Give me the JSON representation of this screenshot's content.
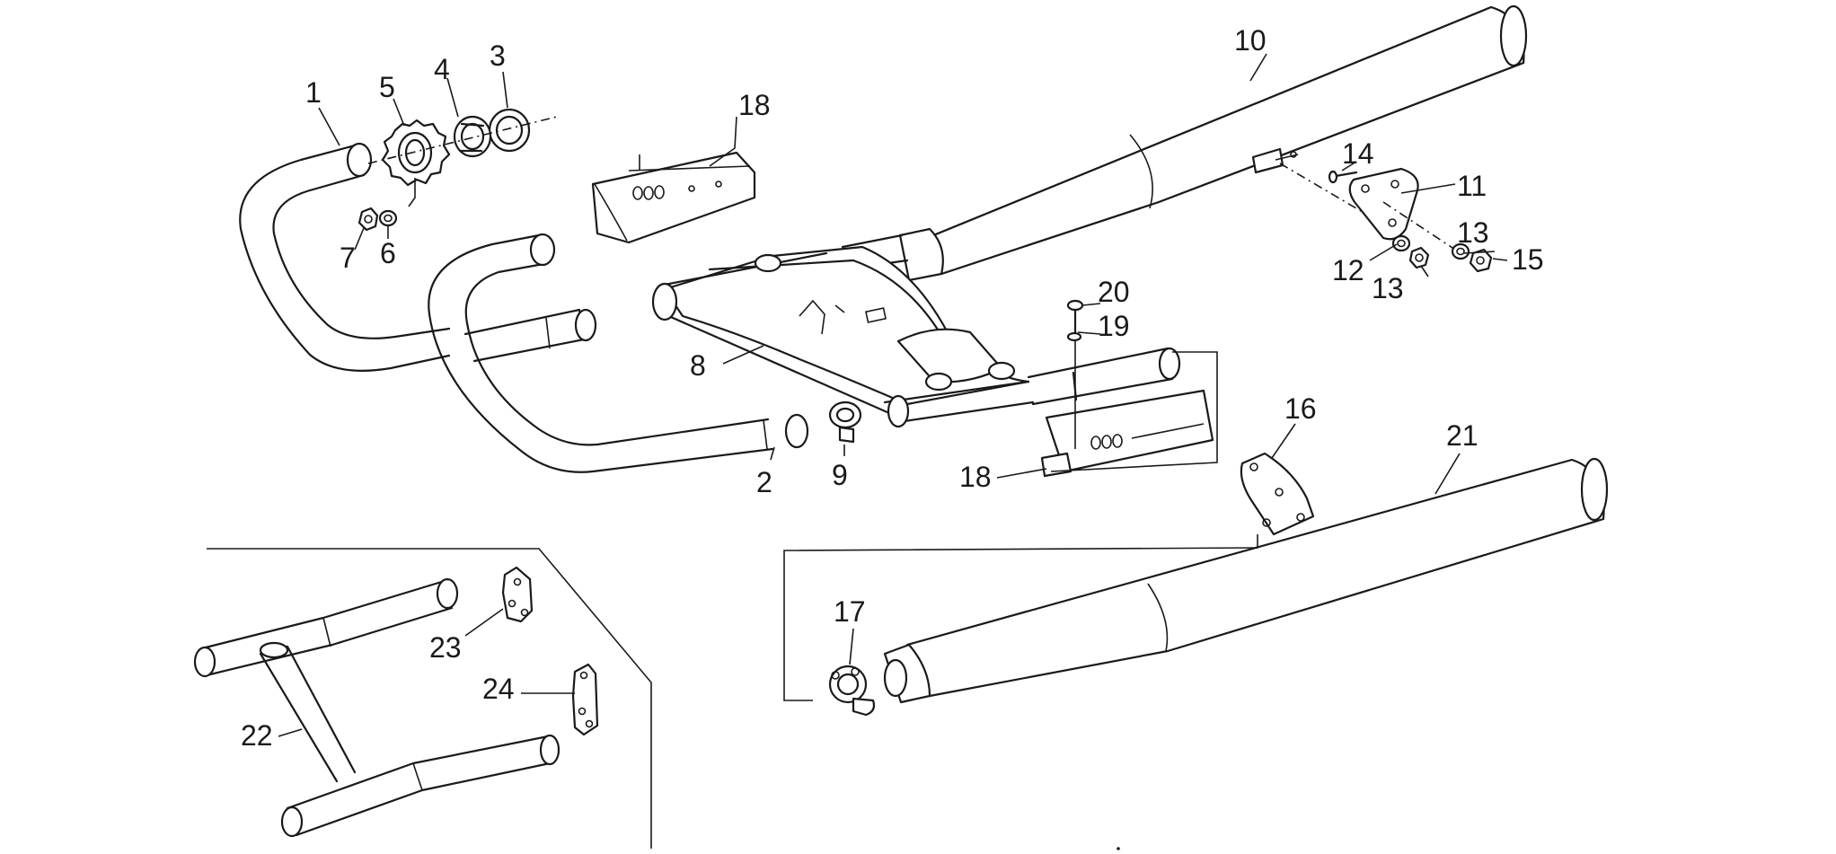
{
  "colors": {
    "ink": "#1a1a1a",
    "background": "#ffffff"
  },
  "callouts": {
    "c1": "1",
    "c2": "2",
    "c3": "3",
    "c4": "4",
    "c5": "5",
    "c6": "6",
    "c7": "7",
    "c8": "8",
    "c9": "9",
    "c10": "10",
    "c11": "11",
    "c12": "12",
    "c13a": "13",
    "c13b": "13",
    "c14": "14",
    "c15": "15",
    "c16": "16",
    "c17": "17",
    "c18a": "18",
    "c18b": "18",
    "c19": "19",
    "c20": "20",
    "c21": "21",
    "c22": "22",
    "c23": "23",
    "c24": "24"
  }
}
